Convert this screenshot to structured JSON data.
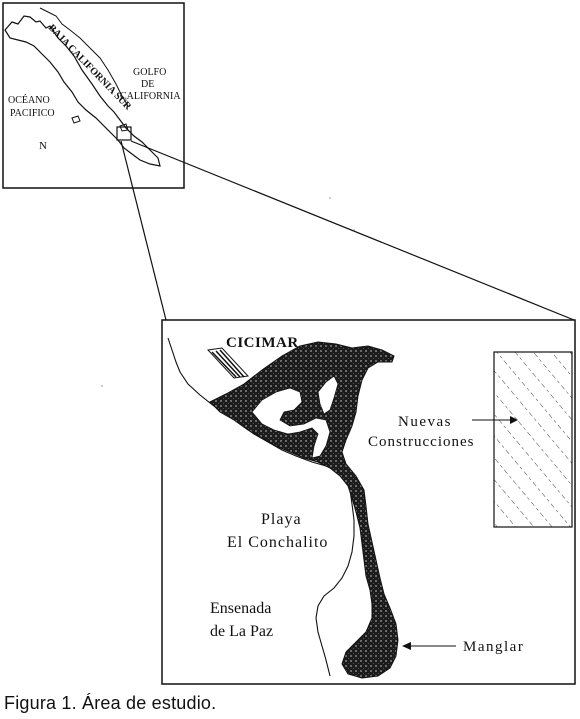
{
  "inset": {
    "peninsula_label": "BAJA CALIFORNIA SUR",
    "gulf_label_line1": "GOLFO",
    "gulf_label_line2": "DE",
    "gulf_label_line3": "CALIFORNIA",
    "ocean_label_line1": "OCÉANO",
    "ocean_label_line2": "PACIFICO",
    "north_label": "N"
  },
  "detail": {
    "institution_label": "CICIMAR",
    "new_construction_line1": "Nuevas",
    "new_construction_line2": "Construcciones",
    "beach_line1": "Playa",
    "beach_line2": "El Conchalito",
    "bay_line1": "Ensenada",
    "bay_line2": "de La Paz",
    "mangrove_label": "Manglar"
  },
  "caption": "Figura 1. Área de estudio."
}
